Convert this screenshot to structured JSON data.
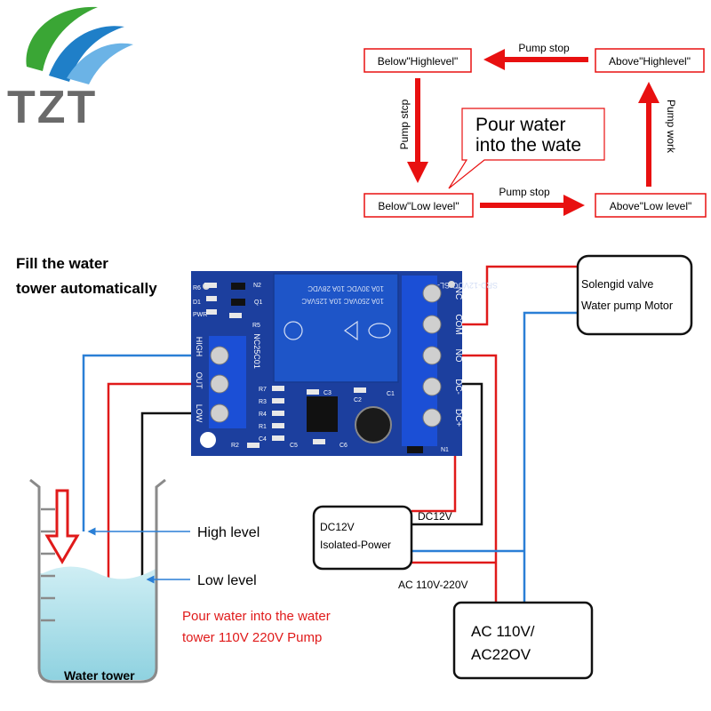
{
  "logo": {
    "text": "TZT",
    "colors": {
      "green": "#3aa635",
      "blue": "#1f7fc8",
      "gray": "#6a6a6a"
    }
  },
  "flow": {
    "states": {
      "below_high": "Below\"Highlevel\"",
      "above_high": "Above\"Highlevel\"",
      "below_low": "Below\"Low level\"",
      "above_low": "Above\"Low level\""
    },
    "arrows": {
      "top": "Pump stop",
      "bottom": "Pump stop",
      "left": "Pump stcp",
      "right": "Pump work"
    },
    "callout": {
      "line1": "Pour water",
      "line2": "into the wate"
    },
    "arrow_color": "#e81010"
  },
  "title": {
    "line1": "Fill the water",
    "line2": "tower automatically"
  },
  "board": {
    "color": "#1c3f9e",
    "relay_lines": [
      "SRD-12VDC-SL-C",
      "10A 250VAC  10A 125VAC",
      "10A 30VDC  10A 28VDC"
    ],
    "model": "NC25C01",
    "left_terminals": [
      "HIGH",
      "OUT",
      "LOW"
    ],
    "right_terminals": [
      "NC",
      "COM",
      "NO",
      "DC-",
      "DC+"
    ],
    "components": [
      "R6",
      "D1",
      "PWR",
      "N2",
      "Q1",
      "R5",
      "R7",
      "R3",
      "R4",
      "R1",
      "C4",
      "R2",
      "C5",
      "C3",
      "C2",
      "C6",
      "C1",
      "N1"
    ]
  },
  "devices": {
    "valve": {
      "line1": "Solengid valve",
      "line2": "Water pump Motor"
    },
    "dc_power": {
      "line1": "DC12V",
      "line2": "Isolated-Power"
    },
    "ac_power": {
      "line1": "AC 110V/",
      "line2": "AC22OV"
    }
  },
  "wire_labels": {
    "dc12v": "DC12V",
    "ac": "AC 110V-220V"
  },
  "tank": {
    "high_label": "High level",
    "low_label": "Low level",
    "pump_note": {
      "line1": "Pour water into the water",
      "line2": "tower 110V 220V Pump"
    },
    "caption": "Water tower"
  },
  "wire_colors": {
    "red": "#e01a1a",
    "blue": "#2a7fd6",
    "black": "#111111"
  }
}
